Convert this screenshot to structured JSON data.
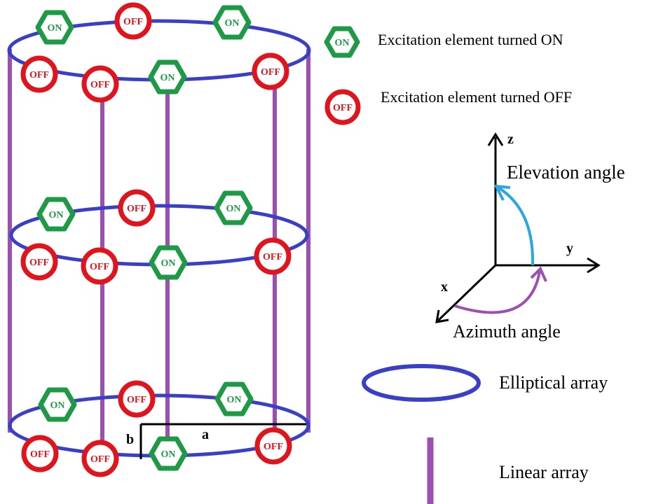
{
  "nodes": {
    "on_label": "ON",
    "off_label": "OFF",
    "on_color": "#1e9a47",
    "off_color": "#e0141c"
  },
  "colors": {
    "elliptical_array": "#3a3fc8",
    "linear_array": "#9b4fb2",
    "elevation_arc": "#2aa6e0",
    "azimuth_arc": "#9b4fb2"
  },
  "dimensions": {
    "a_label": "a",
    "b_label": "b"
  },
  "axes": {
    "z_label": "z",
    "y_label": "y",
    "x_label": "x",
    "elevation_label": "Elevation angle",
    "azimuth_label": "Azimuth angle"
  },
  "legend": {
    "on_text": "Excitation element turned ON",
    "off_text": "Excitation element turned OFF",
    "elliptical_text": "Elliptical array",
    "linear_text": "Linear array"
  }
}
